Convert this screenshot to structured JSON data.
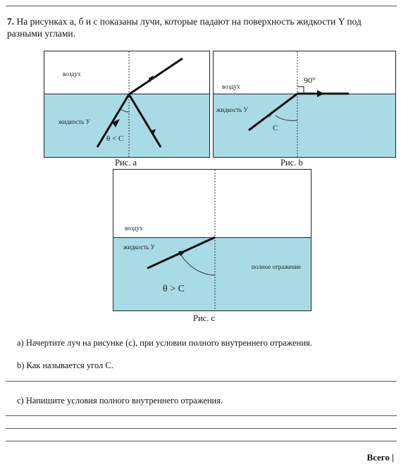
{
  "question": {
    "number": "7.",
    "text": "На рисунках а, б и с показаны лучи, которые падают на поверхность жидкости Y под разными углами."
  },
  "fig_a": {
    "air": "воздух",
    "liquid": "жидкость У",
    "angle": "θ < C",
    "caption": "Рис. а"
  },
  "fig_b": {
    "air": "воздух",
    "liquid": "жидкость У",
    "angle_label": "90°",
    "angle_c": "C",
    "caption": "Рис. b"
  },
  "fig_c": {
    "air": "воздух",
    "liquid": "жидкость У",
    "angle": "θ > C",
    "reflection_label": "полное отражение",
    "caption": "Рис. с"
  },
  "tasks": {
    "a": "а) Начертите луч на рисунке (с), при условии полного внутреннего отражения.",
    "b": "b)  Как называется угол С.",
    "c": "с) Напишите условия полного внутреннего отражения."
  },
  "footer": {
    "total": "Всего |"
  }
}
